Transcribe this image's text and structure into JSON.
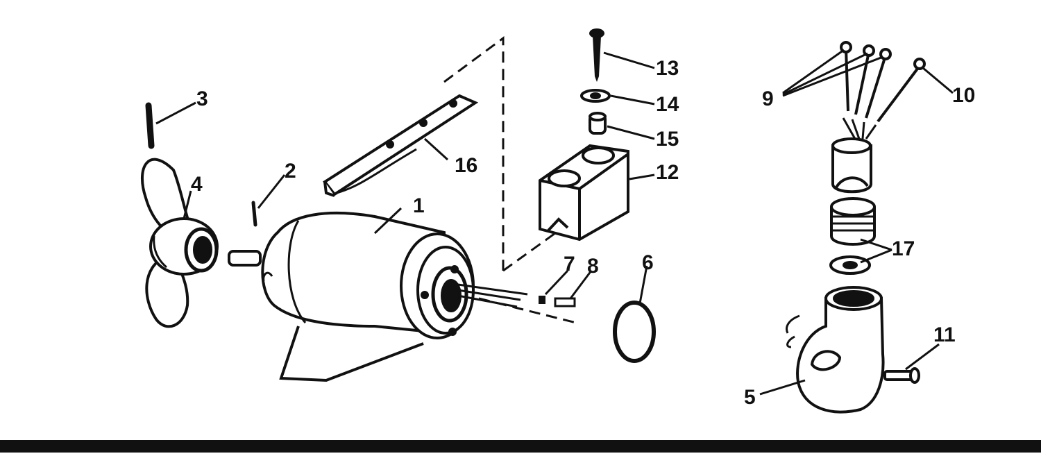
{
  "diagram": {
    "labels": {
      "motor": "1",
      "pin_2": "2",
      "pin_3": "3",
      "propeller": "4",
      "lower_housing": "5",
      "o_ring": "6",
      "part_7": "7",
      "part_8": "8",
      "screws_9": "9",
      "screw_10": "10",
      "screw_11": "11",
      "block_12": "12",
      "screw_13": "13",
      "washer_14": "14",
      "bushing_15": "15",
      "bracket_16": "16",
      "collar_17": "17"
    },
    "colors": {
      "ink": "#111111",
      "paper": "#ffffff",
      "shade": "#d9d9d9"
    }
  }
}
